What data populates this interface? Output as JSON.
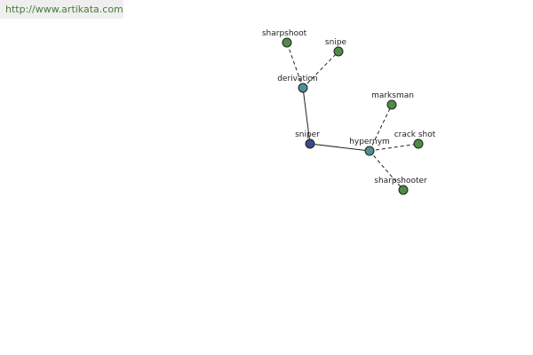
{
  "source": {
    "url": "http://www.artikata.com"
  },
  "colors": {
    "center": "#3d4a8a",
    "relation": "#4f8f93",
    "term": "#4e8c46",
    "edge": "#222222",
    "banner_text": "#4a7a3a"
  },
  "graph": {
    "nodes": [
      {
        "id": "sniper",
        "label": "sniper",
        "kind": "center"
      },
      {
        "id": "derivation",
        "label": "derivation",
        "kind": "relation"
      },
      {
        "id": "hypernym",
        "label": "hypernym",
        "kind": "relation"
      },
      {
        "id": "sharpshoot",
        "label": "sharpshoot",
        "kind": "term"
      },
      {
        "id": "snipe",
        "label": "snipe",
        "kind": "term"
      },
      {
        "id": "marksman",
        "label": "marksman",
        "kind": "term"
      },
      {
        "id": "crack-shot",
        "label": "crack shot",
        "kind": "term"
      },
      {
        "id": "sharpshooter",
        "label": "sharpshooter",
        "kind": "term"
      }
    ],
    "edges": [
      {
        "from": "sniper",
        "to": "derivation",
        "style": "solid"
      },
      {
        "from": "sniper",
        "to": "hypernym",
        "style": "solid"
      },
      {
        "from": "derivation",
        "to": "sharpshoot",
        "style": "dashed"
      },
      {
        "from": "derivation",
        "to": "snipe",
        "style": "dashed"
      },
      {
        "from": "hypernym",
        "to": "marksman",
        "style": "dashed"
      },
      {
        "from": "hypernym",
        "to": "crack-shot",
        "style": "dashed"
      },
      {
        "from": "hypernym",
        "to": "sharpshooter",
        "style": "dashed"
      }
    ]
  }
}
